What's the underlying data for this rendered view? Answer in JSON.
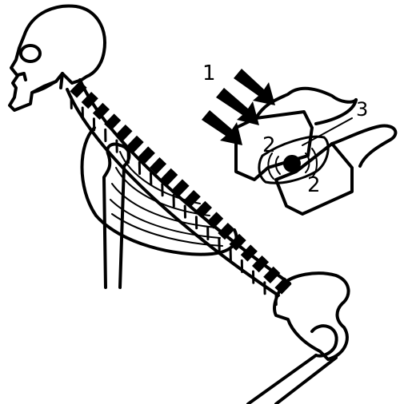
{
  "labels": {
    "force_arrows": "1",
    "vertebral_body_upper": "2",
    "vertebral_body_lower": "2",
    "intervertebral_disc": "3"
  }
}
